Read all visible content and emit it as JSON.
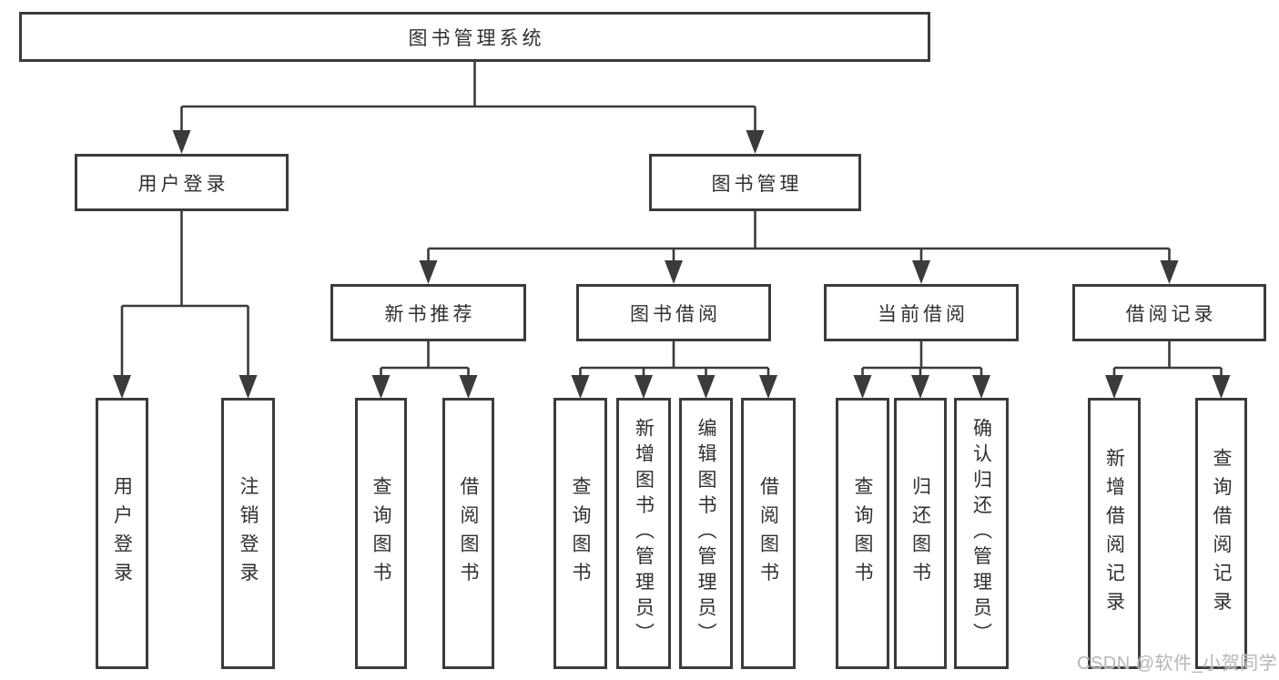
{
  "colors": {
    "line": "#3b3b3b",
    "box_border": "#3b3b3b",
    "text": "#303030",
    "watermark": "#b6b6b6",
    "background": "#ffffff"
  },
  "watermark": {
    "text": "CSDN @软件_小贺同学"
  },
  "diagram": {
    "root": {
      "label": "图书管理系统"
    },
    "branches": [
      {
        "label": "用户登录",
        "children": [
          {
            "label": "用户登录"
          },
          {
            "label": "注销登录"
          }
        ]
      },
      {
        "label": "图书管理",
        "children": [
          {
            "label": "新书推荐",
            "children": [
              {
                "label": "查询图书"
              },
              {
                "label": "借阅图书"
              }
            ]
          },
          {
            "label": "图书借阅",
            "children": [
              {
                "label": "查询图书"
              },
              {
                "label": "新增图书（管理员）"
              },
              {
                "label": "编辑图书（管理员）"
              },
              {
                "label": "借阅图书"
              }
            ]
          },
          {
            "label": "当前借阅",
            "children": [
              {
                "label": "查询图书"
              },
              {
                "label": "归还图书"
              },
              {
                "label": "确认归还（管理员）"
              }
            ]
          },
          {
            "label": "借阅记录",
            "children": [
              {
                "label": "新增借阅记录"
              },
              {
                "label": "查询借阅记录"
              }
            ]
          }
        ]
      }
    ]
  }
}
